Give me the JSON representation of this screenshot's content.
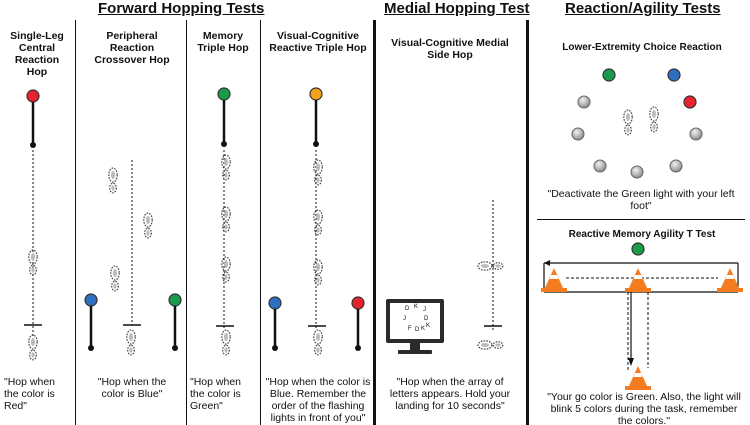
{
  "headers": {
    "forward": "Forward Hopping Tests",
    "medial": "Medial Hopping Test",
    "reaction": "Reaction/Agility Tests"
  },
  "columns": [
    {
      "title": "Single-Leg Central Reaction Hop",
      "caption": "\"Hop when the color is Red\""
    },
    {
      "title": "Peripheral Reaction Crossover Hop",
      "caption": "\"Hop when the color is Blue\""
    },
    {
      "title": "Memory Triple Hop",
      "caption": "\"Hop when the color is Green\""
    },
    {
      "title": "Visual-Cognitive Reactive Triple Hop",
      "caption": "\"Hop when the color is Blue. Remember the order of the flashing lights in front of you\""
    },
    {
      "title": "Visual-Cognitive Medial Side Hop",
      "caption": "\"Hop when the array of letters appears. Hold your landing for 10 seconds\""
    }
  ],
  "monitor_letters": [
    "D",
    "K",
    "J",
    "J",
    "D",
    "K",
    "F",
    "D",
    "K"
  ],
  "choice_reaction": {
    "title": "Lower-Extremity Choice Reaction",
    "caption": "\"Deactivate the Green light with your left foot\""
  },
  "t_test": {
    "title": "Reactive Memory Agility T Test",
    "caption": "\"Your go color is Green. Also, the light will blink 5 colors during the task, remember the colors.\""
  },
  "colors": {
    "red": "#e8232f",
    "green": "#1a9b4a",
    "blue": "#2f6fc2",
    "orange": "#f4a21e",
    "cone": "#f47b20",
    "grey": "#b8b8b8"
  }
}
